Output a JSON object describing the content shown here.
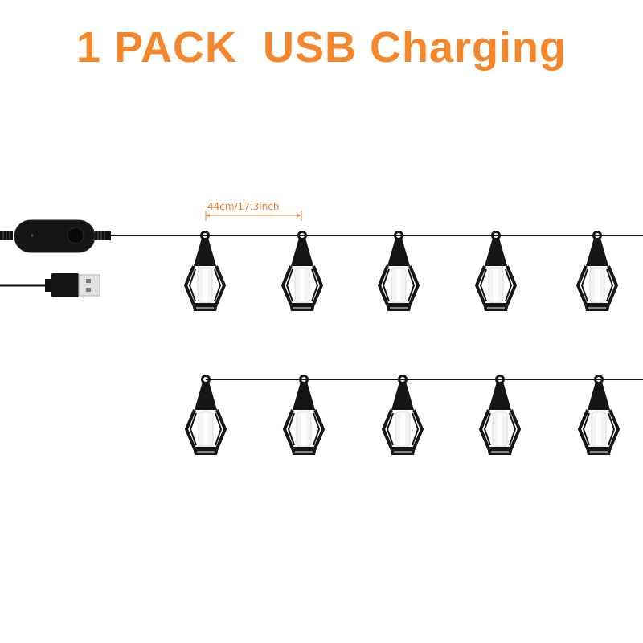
{
  "header": {
    "title": "1 PACK  USB Charging"
  },
  "dimension": {
    "label": "44cm/17.3inch",
    "color": "#f07d28"
  },
  "colors": {
    "accent": "#f5862a",
    "cable": "#111111",
    "lantern_body": "#161616",
    "lantern_glow": "#f4f4f4"
  },
  "controller": {
    "icon": "inline-switch-controller"
  },
  "plug": {
    "icon": "usb-a-plug"
  },
  "rows": [
    {
      "name": "row-1",
      "lantern_count": 5
    },
    {
      "name": "row-2",
      "lantern_count": 5
    }
  ]
}
